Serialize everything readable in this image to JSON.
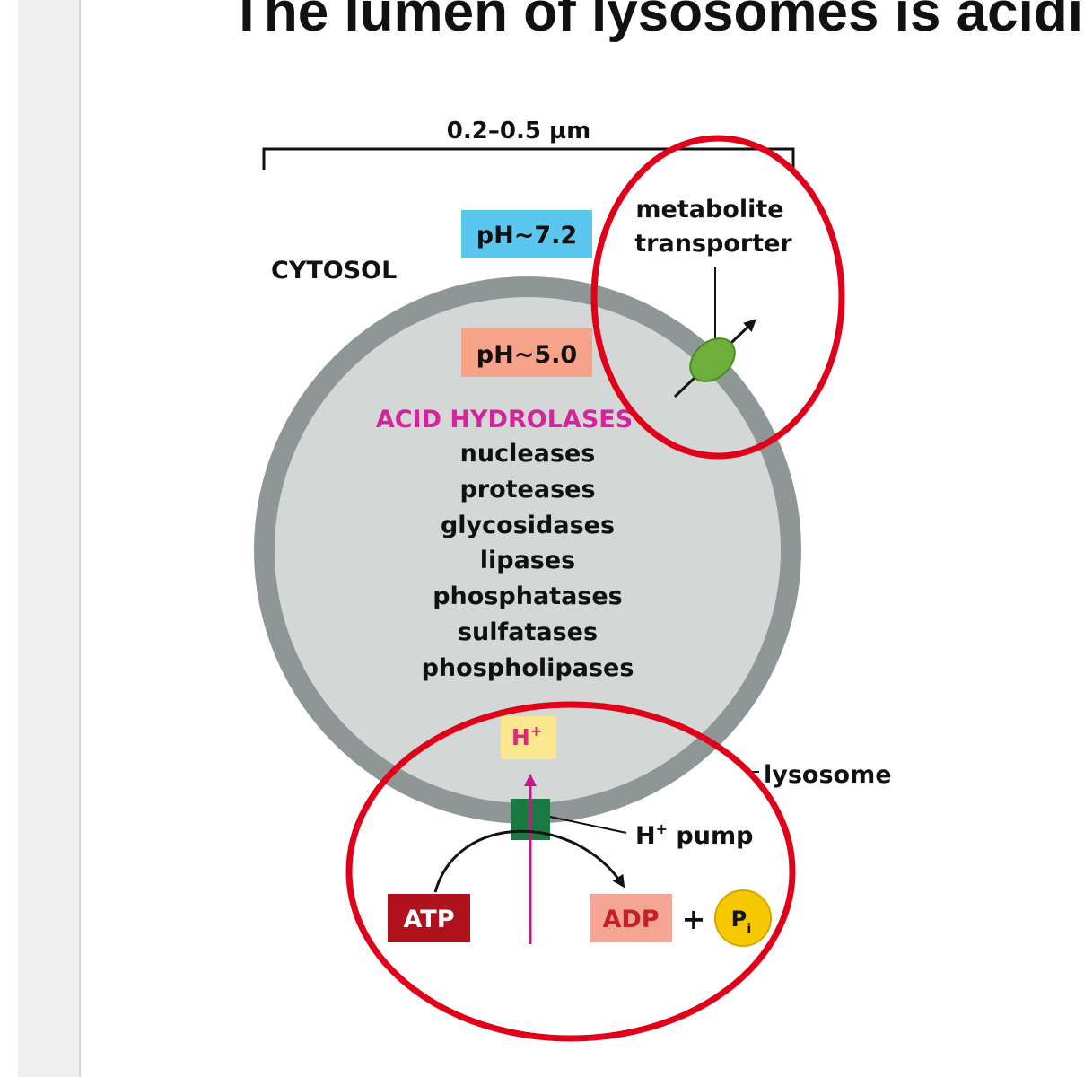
{
  "slide": {
    "title": "The lumen of lysosomes is acidic"
  },
  "diagram": {
    "scale_label": "0.2–0.5 µm",
    "cytosol_label": "CYTOSOL",
    "cytosol_ph": "pH~7.2",
    "lumen_ph": "pH~5.0",
    "enzymes_heading": "ACID HYDROLASES",
    "enzymes": [
      "nucleases",
      "proteases",
      "glycosidases",
      "lipases",
      "phosphatases",
      "sulfatases",
      "phospholipases"
    ],
    "transporter_label_line1": "metabolite",
    "transporter_label_line2": "transporter",
    "proton_label": "H",
    "proton_sup": "+",
    "lysosome_label": "lysosome",
    "pump_label_prefix": "H",
    "pump_label_sup": "+",
    "pump_label_suffix": " pump",
    "atp_label": "ATP",
    "adp_label": "ADP",
    "plus_sign": "+",
    "pi_label": "P",
    "pi_sub": "i"
  },
  "colors": {
    "cytosol_ph_bg": "#5bc6ee",
    "lumen_ph_bg": "#f7a389",
    "acid_hydrolases_text": "#d2259a",
    "membrane": "#8e9696",
    "lumen": "#d3d8d6",
    "highlight_ellipse": "#e0001a",
    "atp_box": "#b0121d",
    "adp_box": "#f5a593",
    "adp_text": "#c41f2a",
    "pi_circle": "#f6c800",
    "proton_box": "#fbe78d",
    "proton_text": "#e0287a",
    "pump_block": "#1b7a42",
    "proton_arrow": "#c8168c",
    "transporter_body": "#6fae3a"
  }
}
